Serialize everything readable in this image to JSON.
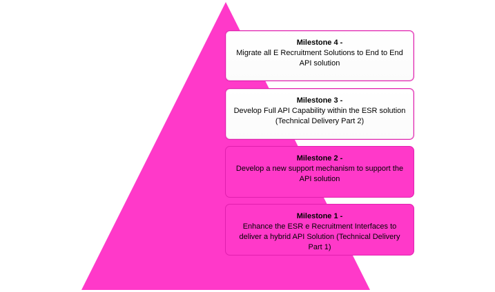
{
  "colors": {
    "pyramid_fill": "#ff39c9",
    "box_border": "#e01fae"
  },
  "milestones": [
    {
      "title": "Milestone 4 -",
      "description": "Migrate all E Recruitment Solutions to End to End API solution",
      "style": "light"
    },
    {
      "title": "Milestone 3 -",
      "description": "Develop Full API Capability within the ESR solution (Technical Delivery Part 2)",
      "style": "light"
    },
    {
      "title": "Milestone 2 -",
      "description": "Develop a new support mechanism to support the API solution",
      "style": "pink"
    },
    {
      "title": "Milestone 1 -",
      "description": "Enhance the ESR e Recruitment Interfaces to deliver a hybrid API Solution (Technical Delivery Part 1)",
      "style": "pink"
    }
  ]
}
